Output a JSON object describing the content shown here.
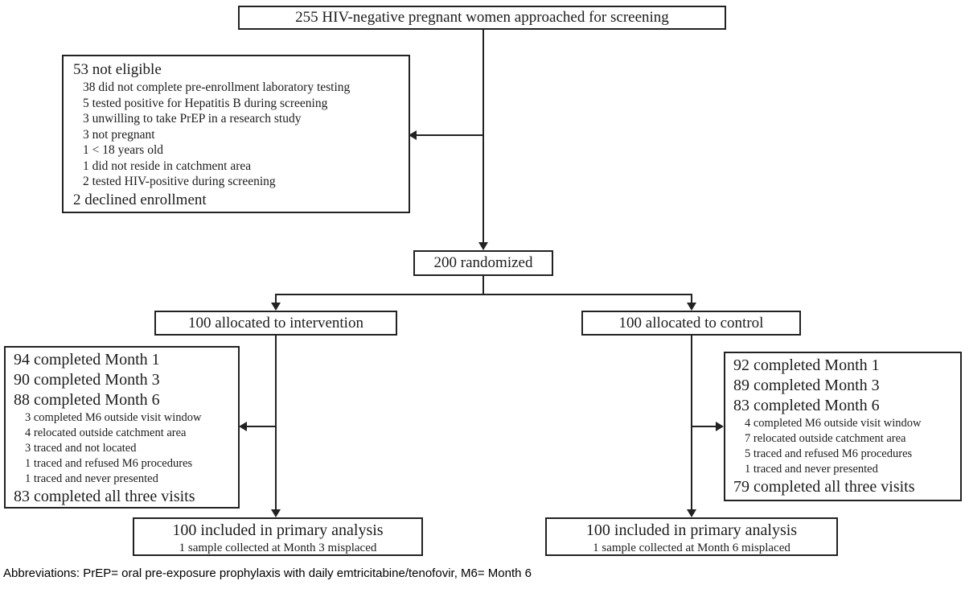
{
  "diagram": {
    "top_box": {
      "text": "255 HIV-negative pregnant women approached for screening"
    },
    "not_eligible_box": {
      "title": "53 not eligible",
      "reasons": [
        "38 did not complete pre-enrollment laboratory testing",
        "5 tested positive for Hepatitis B during screening",
        "3 unwilling to take PrEP in a research study",
        "3 not pregnant",
        "1 < 18 years old",
        "1 did not reside in catchment area",
        "2 tested HIV-positive during screening"
      ],
      "footer": "2 declined enrollment"
    },
    "randomized_box": {
      "text": "200 randomized"
    },
    "intervention_box": {
      "text": "100 allocated to intervention"
    },
    "control_box": {
      "text": "100 allocated to control"
    },
    "intervention_detail_box": {
      "main_lines": [
        "94 completed Month 1",
        "90 completed Month 3",
        "88 completed Month 6"
      ],
      "sub_items": [
        "3 completed M6 outside visit window",
        "4 relocated outside catchment area",
        "3 traced and not located",
        "1 traced and refused M6 procedures",
        "1 traced and never presented"
      ],
      "bottom_line": "83 completed all three visits"
    },
    "control_detail_box": {
      "main_lines": [
        "92 completed Month 1",
        "89 completed Month 3",
        "83 completed Month 6"
      ],
      "sub_items": [
        "4 completed M6 outside visit window",
        "7 relocated outside catchment area",
        "5 traced and refused M6 procedures",
        "1 traced and never presented"
      ],
      "bottom_line": "79 completed all three visits"
    },
    "intervention_analysis_box": {
      "main": "100 included in primary analysis",
      "note": "1 sample collected at Month 3 misplaced"
    },
    "control_analysis_box": {
      "main": "100 included in primary analysis",
      "note": "1 sample collected at Month 6 misplaced"
    },
    "footnote": "Abbreviations: PrEP= oral pre-exposure prophylaxis with daily emtricitabine/tenofovir, M6= Month 6",
    "colors": {
      "border": "#222222",
      "text": "#1c1c1c",
      "background": "#ffffff"
    }
  }
}
